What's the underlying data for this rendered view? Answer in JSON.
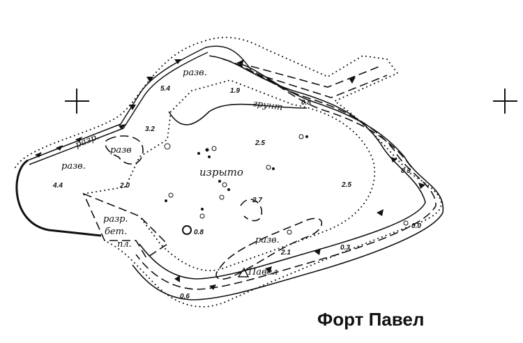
{
  "title": "Форт Павел",
  "labels": {
    "razv_top": "разв.",
    "razr_wall": "разр.",
    "razv_bracket": "разв",
    "razv_left": "разв.",
    "izryto": "изрыто",
    "grunt": "грунт",
    "razr": "разр.",
    "bet": "бет.",
    "pl": "пл.",
    "razv_south": "разв.",
    "pavel": "Павел"
  },
  "depths": [
    "5.4",
    "1.9",
    "0.8",
    "3.2",
    "2.5",
    "4.4",
    "2.0",
    "2.7",
    "2.5",
    "0.3",
    "0.8",
    "0.0",
    "0.3",
    "2.1",
    "0.6"
  ]
}
